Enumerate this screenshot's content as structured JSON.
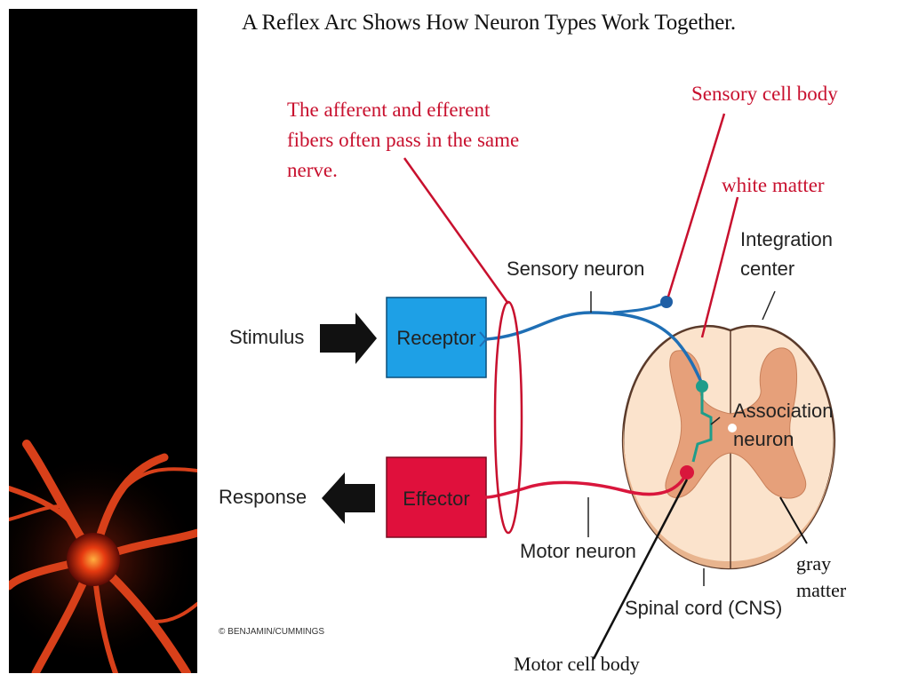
{
  "title": "A Reflex Arc Shows How Neuron Types Work Together.",
  "annotations": {
    "fibers_line1": "The afferent and efferent",
    "fibers_line2": "fibers often pass in the same",
    "fibers_line3": "nerve.",
    "sensory_cell_body": "Sensory cell body",
    "white_matter": "white matter",
    "motor_cell_body": "Motor cell body",
    "gray_line1": "gray",
    "gray_line2": "matter"
  },
  "labels": {
    "stimulus": "Stimulus",
    "response": "Response",
    "receptor": "Receptor",
    "effector": "Effector",
    "sensory_neuron": "Sensory neuron",
    "motor_neuron": "Motor neuron",
    "integration_line1": "Integration",
    "integration_line2": "center",
    "association_line1": "Association",
    "association_line2": "neuron",
    "spinal_cord": "Spinal cord (CNS)",
    "copyright": "© BENJAMIN/CUMMINGS"
  },
  "colors": {
    "receptor": "#1ea0e6",
    "effector": "#e0103c",
    "sensory": "#1f6fb5",
    "motor": "#d9163c",
    "association": "#1f9d8a",
    "white_matter": "#fbe3cc",
    "gray_matter": "#e6a07a",
    "annotation": "#c8102e"
  }
}
